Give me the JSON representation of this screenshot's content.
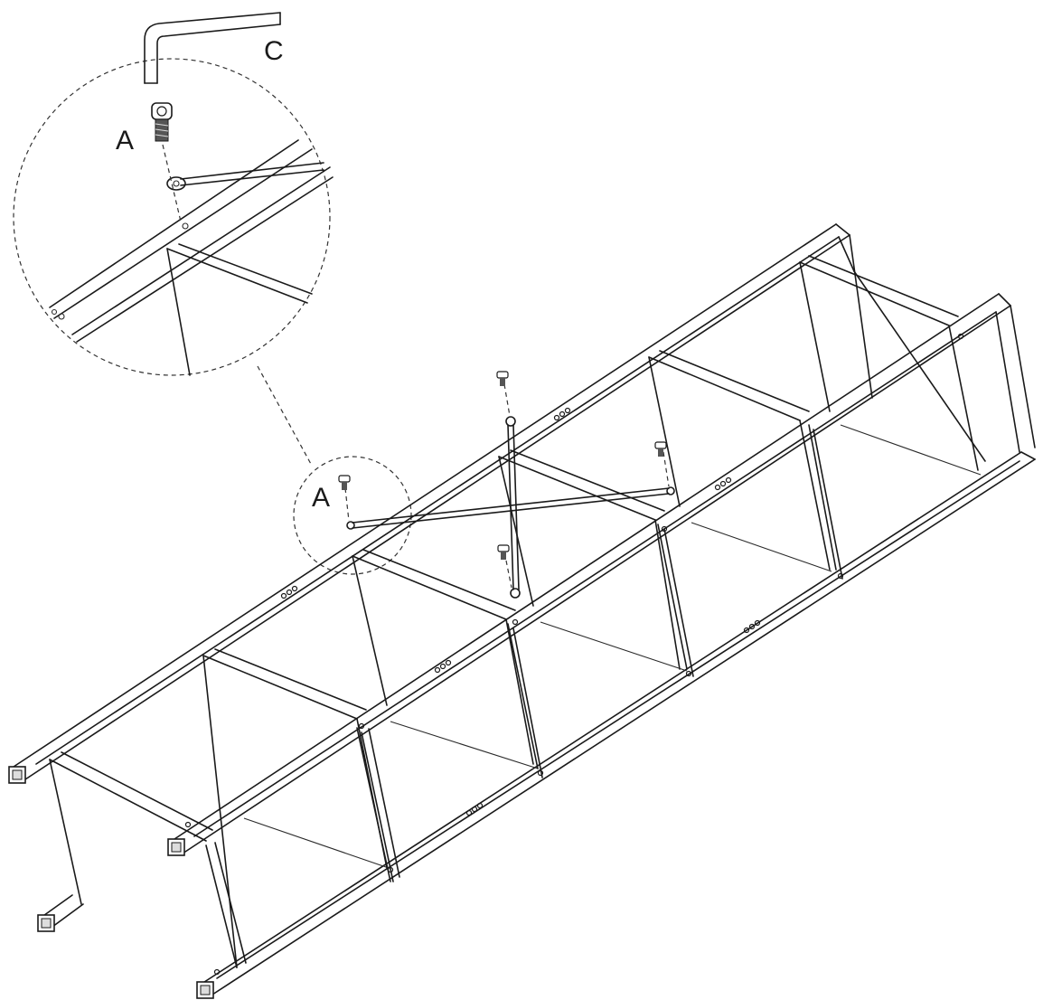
{
  "labels": {
    "screw_detail": "A",
    "screw_main": "A",
    "allen_key": "C"
  }
}
